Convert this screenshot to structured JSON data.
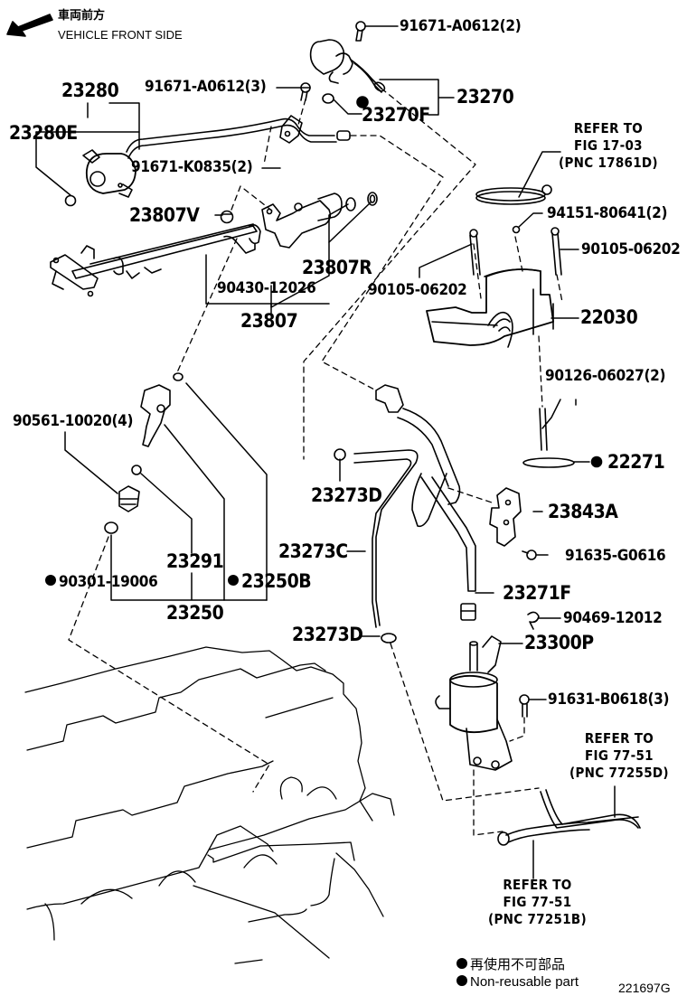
{
  "header": {
    "direction_icon": "arrow-left-down-icon",
    "direction_jp": "車両前方",
    "direction_en": "VEHICLE FRONT SIDE"
  },
  "callouts": {
    "p91671_a0612_2": "91671-A0612(2)",
    "p91671_a0612_3": "91671-A0612(3)",
    "p23280": "23280",
    "p23280e": "23280E",
    "p23270": "23270",
    "p23270f": "23270F",
    "p91671_k0835_2": "91671-K0835(2)",
    "p23807v": "23807V",
    "p23807r": "23807R",
    "p90430_12026": "90430-12026",
    "p23807": "23807",
    "p94151_80641_2": "94151-80641(2)",
    "p90105_06202_a": "90105-06202",
    "p90105_06202_b": "90105-06202",
    "p22030": "22030",
    "p90126_06027_2": "90126-06027(2)",
    "p22271": "22271",
    "p90561_10020_4": "90561-10020(4)",
    "p23273d_a": "23273D",
    "p23273d_b": "23273D",
    "p23273c": "23273C",
    "p23843a": "23843A",
    "p91635_g0616": "91635-G0616",
    "p23291": "23291",
    "p90301_19006": "90301-19006",
    "p23250b": "23250B",
    "p23250": "23250",
    "p23271f": "23271F",
    "p90469_12012": "90469-12012",
    "p23300p": "23300P",
    "p91631_b0618_3": "91631-B0618(3)"
  },
  "non_reusable": [
    "p23270f",
    "p22271",
    "p90301_19006",
    "p23250b"
  ],
  "references": {
    "fig17_03": {
      "line1": "REFER TO",
      "line2": "FIG 17-03",
      "line3": "(PNC 17861D)"
    },
    "fig77_51_d": {
      "line1": "REFER TO",
      "line2": "FIG 77-51",
      "line3": "(PNC 77255D)"
    },
    "fig77_51_b": {
      "line1": "REFER TO",
      "line2": "FIG 77-51",
      "line3": "(PNC 77251B)"
    }
  },
  "legend": {
    "jp": "再使用不可部品",
    "en": "Non-reusable part"
  },
  "figure_id": "221697G"
}
